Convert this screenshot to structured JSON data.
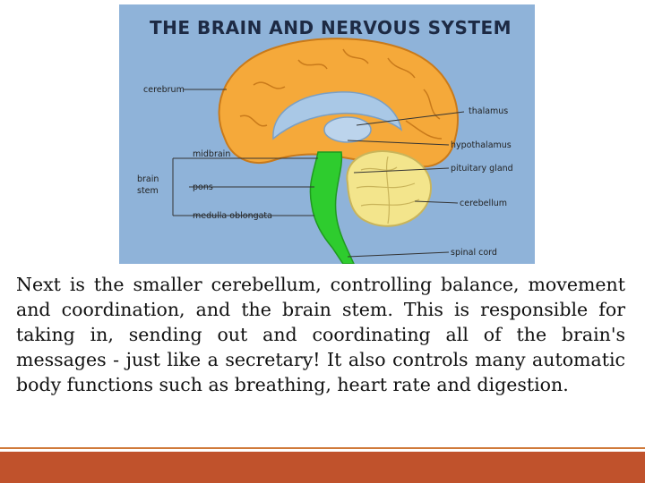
{
  "diagram": {
    "title": "THE BRAIN AND NERVOUS SYSTEM",
    "labels": {
      "cerebrum": "cerebrum",
      "thalamus": "thalamus",
      "hypothalamus": "hypothalamus",
      "pituitary_gland": "pituitary gland",
      "cerebellum": "cerebellum",
      "spinal_cord": "spinal cord",
      "midbrain": "midbrain",
      "pons": "pons",
      "medulla_oblongata": "medulla oblongata",
      "brain_stem_line1": "brain",
      "brain_stem_line2": "stem"
    },
    "colors": {
      "background": "#8fb3d9",
      "cerebrum": "#f5a93a",
      "ventricle": "#a9c8e6",
      "brain_stem": "#2ecc2e",
      "cerebellum": "#f3e58c"
    }
  },
  "body_text": "Next is the smaller cerebellum, controlling balance, movement and coordination, and the brain stem. This is responsible for taking in, sending out and coordinating all of the brain's messages - just like a secretary! It also controls many automatic body functions such as breathing, heart rate and digestion.",
  "footer": {
    "color": "#c0522c"
  }
}
